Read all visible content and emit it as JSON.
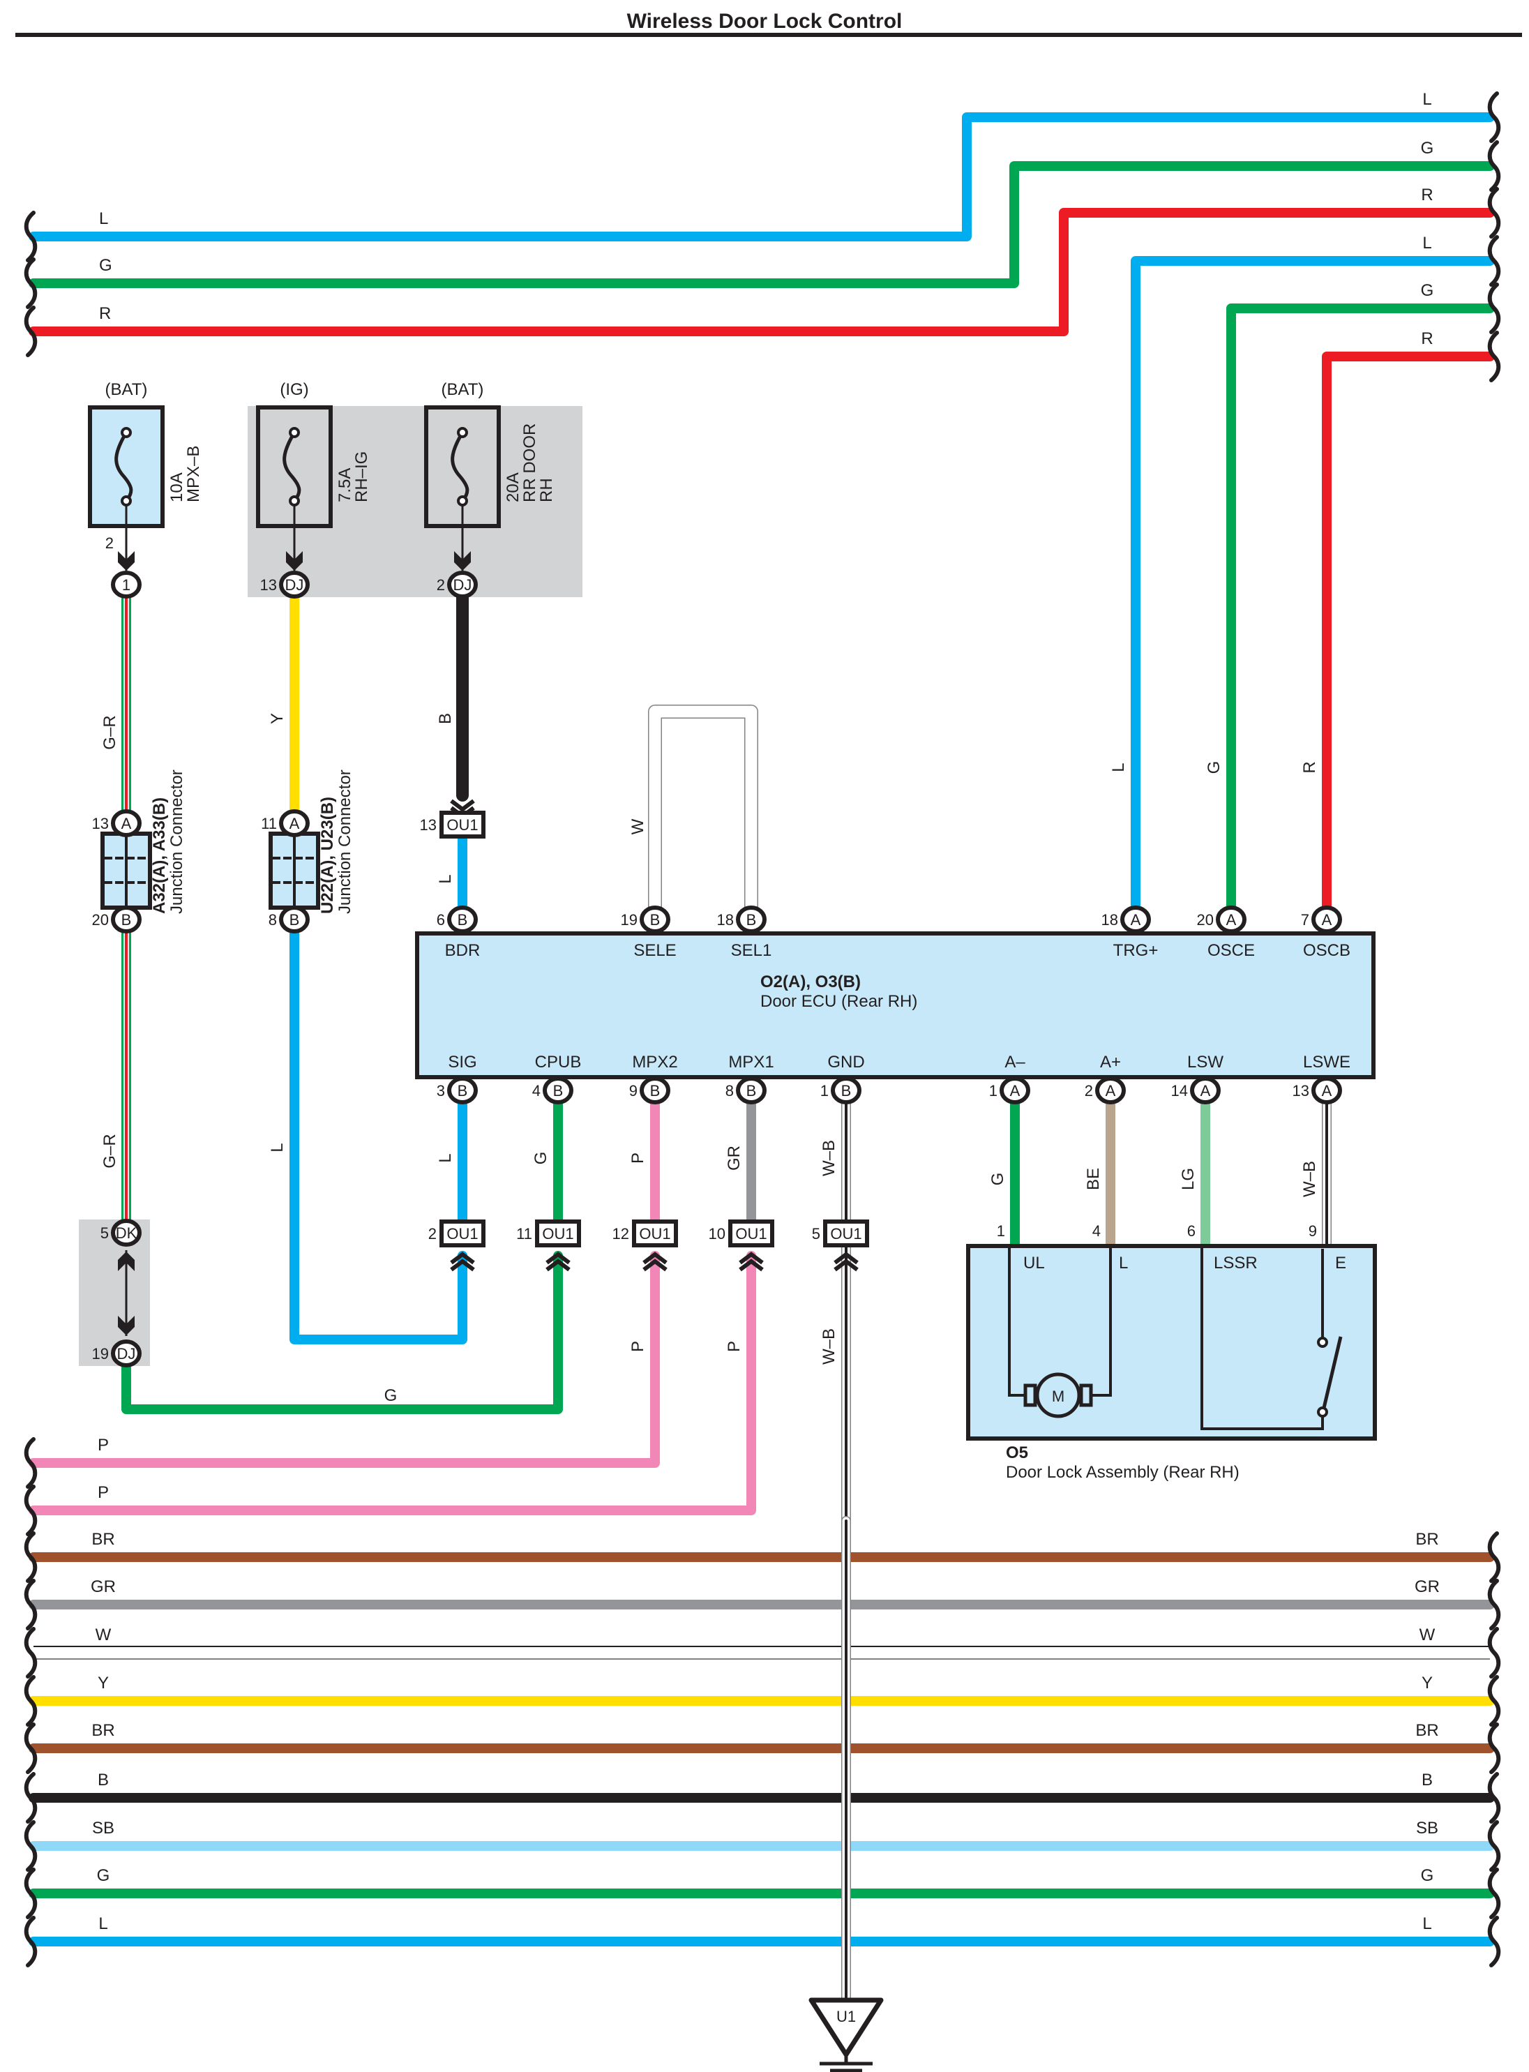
{
  "title": "Wireless Door Lock Control",
  "colors": {
    "L": "#00aeef",
    "G": "#00a651",
    "R": "#ed1c24",
    "Y": "#ffde00",
    "B": "#231f20",
    "P": "#f287b7",
    "GR": "#939598",
    "BR": "#a0522d",
    "BE": "#b9a58e",
    "LG": "#7dcb98",
    "SB": "#8fd8f8",
    "W": "#ffffff",
    "component_fill": "#c6e8f8",
    "shade": "#d1d3d4",
    "ink": "#231f20"
  },
  "top_left_bus": [
    {
      "label": "L",
      "color": "L"
    },
    {
      "label": "G",
      "color": "G"
    },
    {
      "label": "R",
      "color": "R"
    }
  ],
  "top_right_bus": [
    {
      "label": "L",
      "color": "L"
    },
    {
      "label": "G",
      "color": "G"
    },
    {
      "label": "R",
      "color": "R"
    },
    {
      "label": "L",
      "color": "L"
    },
    {
      "label": "G",
      "color": "G"
    },
    {
      "label": "R",
      "color": "R"
    }
  ],
  "fuses": [
    {
      "source": "(BAT)",
      "rating": "10A",
      "name": "MPX–B",
      "pin": "2",
      "connector": "1",
      "connector_pin": ""
    },
    {
      "source": "(IG)",
      "rating": "7.5A",
      "name": "RH–IG",
      "pin": "",
      "connector": "DJ",
      "connector_pin": "13"
    },
    {
      "source": "(BAT)",
      "rating": "20A",
      "name": "RR DOOR",
      "name2": "RH",
      "pin": "",
      "connector": "DJ",
      "connector_pin": "2"
    }
  ],
  "junction_connectors": [
    {
      "id": "A32(A), A33(B)",
      "desc": "Junction Connector",
      "top_pin": "13",
      "top_conn": "A",
      "bottom_pin": "20",
      "bottom_conn": "B",
      "wire_in": "G–R",
      "wire_out": "G–R"
    },
    {
      "id": "U22(A), U23(B)",
      "desc": "Junction Connector",
      "top_pin": "11",
      "top_conn": "A",
      "bottom_pin": "8",
      "bottom_conn": "B",
      "wire_in": "Y",
      "wire_out": "L"
    }
  ],
  "dk_dj": {
    "top_pin": "5",
    "top_conn": "DK",
    "bottom_pin": "19",
    "bottom_conn": "DJ",
    "wire": "G"
  },
  "bdr_wire": {
    "color_label": "B",
    "ou_pin": "13",
    "ou": "OU1",
    "after_label": "L"
  },
  "sel_wire_label": "W",
  "ecu": {
    "id": "O2(A), O3(B)",
    "name": "Door ECU (Rear RH)",
    "top_pins": [
      {
        "name": "BDR",
        "pin": "6",
        "conn": "B"
      },
      {
        "name": "SELE",
        "pin": "19",
        "conn": "B"
      },
      {
        "name": "SEL1",
        "pin": "18",
        "conn": "B"
      },
      {
        "name": "TRG+",
        "pin": "18",
        "conn": "A",
        "wire": "L"
      },
      {
        "name": "OSCE",
        "pin": "20",
        "conn": "A",
        "wire": "G"
      },
      {
        "name": "OSCB",
        "pin": "7",
        "conn": "A",
        "wire": "R"
      }
    ],
    "bottom_pins": [
      {
        "name": "SIG",
        "pin": "3",
        "conn": "B",
        "wire": "L",
        "ou_pin": "2",
        "ou": "OU1"
      },
      {
        "name": "CPUB",
        "pin": "4",
        "conn": "B",
        "wire": "G",
        "ou_pin": "11",
        "ou": "OU1"
      },
      {
        "name": "MPX2",
        "pin": "9",
        "conn": "B",
        "wire": "P",
        "ou_pin": "12",
        "ou": "OU1",
        "below": "P"
      },
      {
        "name": "MPX1",
        "pin": "8",
        "conn": "B",
        "wire": "GR",
        "ou_pin": "10",
        "ou": "OU1",
        "below": "P"
      },
      {
        "name": "GND",
        "pin": "1",
        "conn": "B",
        "wire": "W–B",
        "ou_pin": "5",
        "ou": "OU1",
        "below": "W–B"
      },
      {
        "name": "A–",
        "pin": "1",
        "conn": "A",
        "wire": "G"
      },
      {
        "name": "A+",
        "pin": "2",
        "conn": "A",
        "wire": "BE"
      },
      {
        "name": "LSW",
        "pin": "14",
        "conn": "A",
        "wire": "LG"
      },
      {
        "name": "LSWE",
        "pin": "13",
        "conn": "A",
        "wire": "W–B"
      }
    ]
  },
  "door_lock": {
    "id": "O5",
    "name": "Door Lock Assembly (Rear RH)",
    "pins": [
      {
        "pin": "1",
        "name": "UL"
      },
      {
        "pin": "4",
        "name": "L"
      },
      {
        "pin": "6",
        "name": "LSSR"
      },
      {
        "pin": "9",
        "name": "E"
      }
    ],
    "motor_label": "M"
  },
  "g_bus_label": "G",
  "bottom_bus": [
    {
      "label": "P",
      "color": "P"
    },
    {
      "label": "P",
      "color": "P"
    },
    {
      "label": "BR",
      "color": "BR"
    },
    {
      "label": "GR",
      "color": "GR"
    },
    {
      "label": "W",
      "color": "W"
    },
    {
      "label": "Y",
      "color": "Y"
    },
    {
      "label": "BR",
      "color": "BR"
    },
    {
      "label": "B",
      "color": "B"
    },
    {
      "label": "SB",
      "color": "SB"
    },
    {
      "label": "G",
      "color": "G"
    },
    {
      "label": "L",
      "color": "L"
    }
  ],
  "ground": {
    "id": "U1"
  }
}
